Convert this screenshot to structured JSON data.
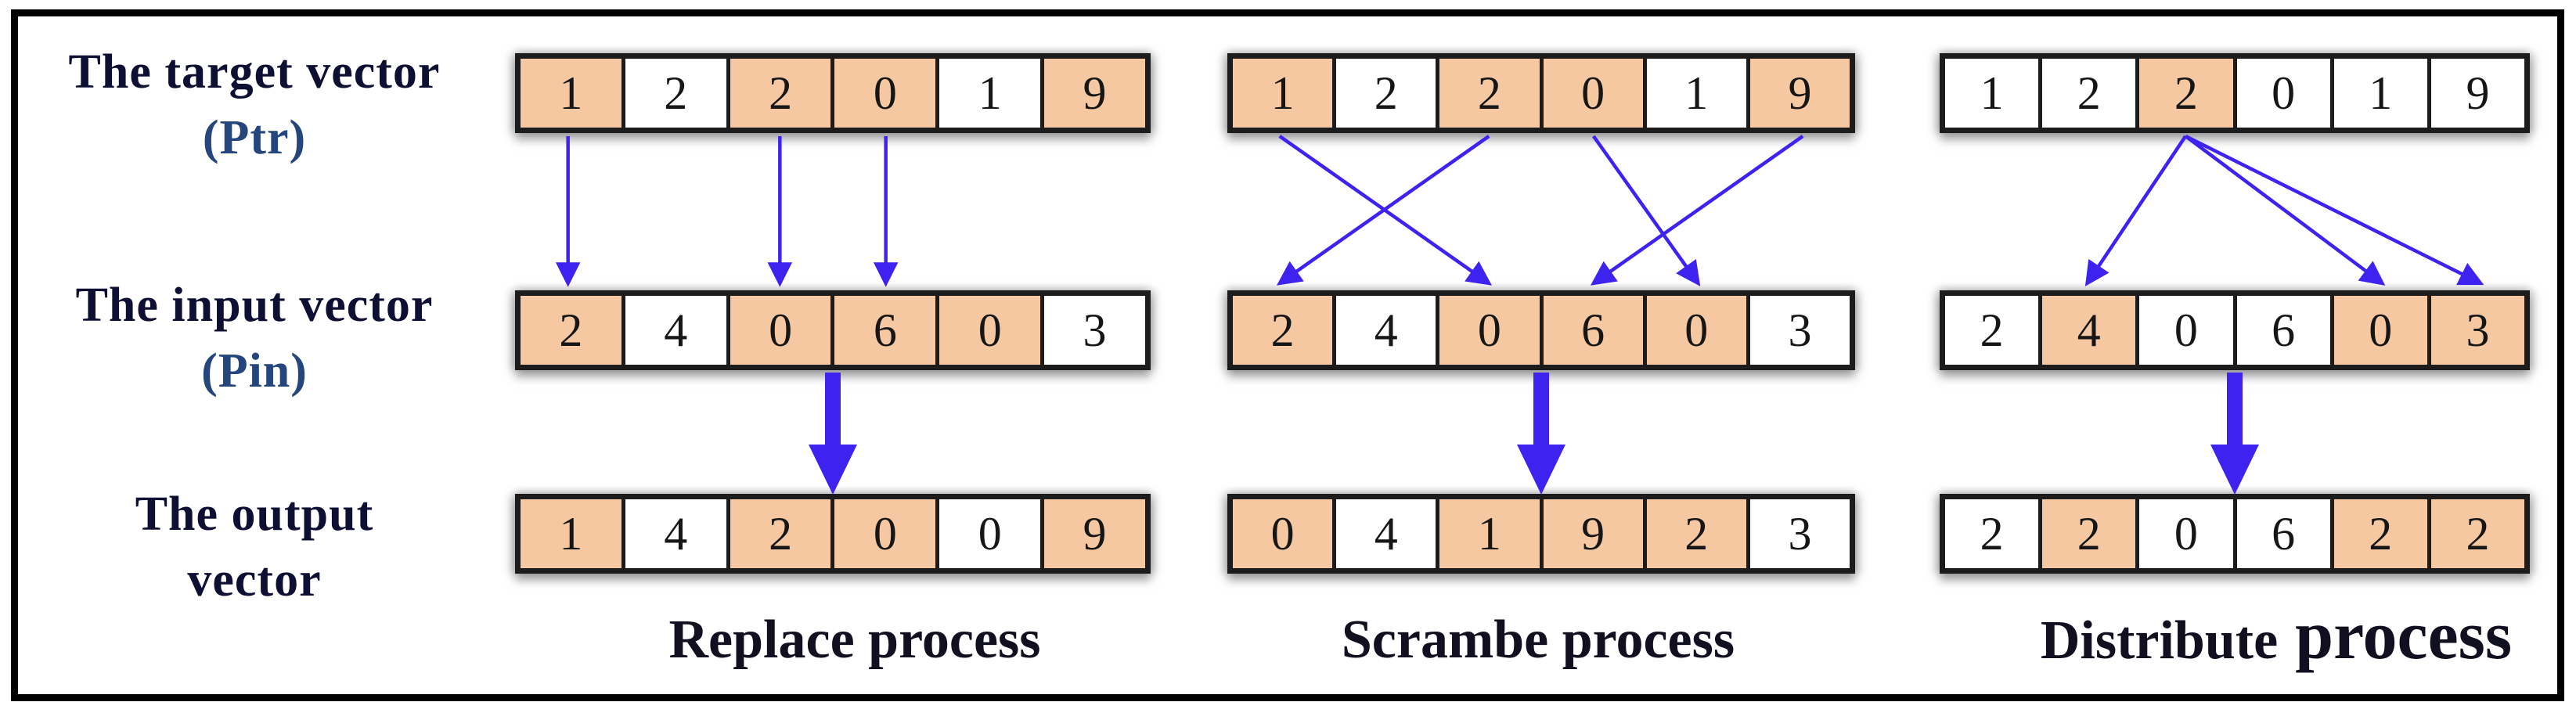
{
  "figure": {
    "description": "Replace, Scrambe and Distribute vector processes"
  },
  "row_labels": [
    {
      "line1": "The target vector",
      "line2": "(Ptr)",
      "line2_blue": true
    },
    {
      "line1": "The input vector",
      "line2": "(Pin)",
      "line2_blue": true
    },
    {
      "line1": "The output",
      "line2": "vector",
      "line2_blue": false
    }
  ],
  "panels": [
    {
      "caption_segments": [
        {
          "text": "Replace process",
          "large": false
        }
      ],
      "target": {
        "values": [
          "1",
          "2",
          "2",
          "0",
          "1",
          "9"
        ],
        "highlighted": [
          0,
          2,
          3,
          5
        ]
      },
      "input": {
        "values": [
          "2",
          "4",
          "0",
          "6",
          "0",
          "3"
        ],
        "highlighted": [
          0,
          2,
          3,
          4
        ]
      },
      "output": {
        "values": [
          "1",
          "4",
          "2",
          "0",
          "0",
          "9"
        ],
        "highlighted": [
          0,
          2,
          3,
          5
        ]
      },
      "mappings": [
        {
          "from": 0,
          "to": 0
        },
        {
          "from": 2,
          "to": 2
        },
        {
          "from": 3,
          "to": 3
        }
      ]
    },
    {
      "caption_segments": [
        {
          "text": "Scrambe process",
          "large": false
        }
      ],
      "target": {
        "values": [
          "1",
          "2",
          "2",
          "0",
          "1",
          "9"
        ],
        "highlighted": [
          0,
          2,
          3,
          5
        ]
      },
      "input": {
        "values": [
          "2",
          "4",
          "0",
          "6",
          "0",
          "3"
        ],
        "highlighted": [
          0,
          2,
          3,
          4
        ]
      },
      "output": {
        "values": [
          "0",
          "4",
          "1",
          "9",
          "2",
          "3"
        ],
        "highlighted": [
          0,
          2,
          3,
          4
        ]
      },
      "mappings": [
        {
          "from": 0,
          "to": 2
        },
        {
          "from": 2,
          "to": 0
        },
        {
          "from": 3,
          "to": 4
        },
        {
          "from": 5,
          "to": 3
        }
      ]
    },
    {
      "caption_segments": [
        {
          "text": "Distribute",
          "large": false
        },
        {
          "text": "process",
          "large": true
        }
      ],
      "target": {
        "values": [
          "1",
          "2",
          "2",
          "0",
          "1",
          "9"
        ],
        "highlighted": [
          2
        ]
      },
      "input": {
        "values": [
          "2",
          "4",
          "0",
          "6",
          "0",
          "3"
        ],
        "highlighted": [
          1,
          4,
          5
        ]
      },
      "output": {
        "values": [
          "2",
          "2",
          "0",
          "6",
          "2",
          "2"
        ],
        "highlighted": [
          1,
          4,
          5
        ]
      },
      "mappings": [
        {
          "from": 2,
          "to": 1
        },
        {
          "from": 2,
          "to": 4
        },
        {
          "from": 2,
          "to": 5
        }
      ]
    }
  ],
  "colors": {
    "cell_highlight": "#f5c8a2",
    "cell_plain": "#ffffff",
    "cell_border": "#1c1c1c",
    "arrow": "#3e22f0",
    "label_text": "#0d1033",
    "label_blue": "#25457d",
    "caption_text": "#101020",
    "number_text": "#161616",
    "frame": "#000000"
  }
}
